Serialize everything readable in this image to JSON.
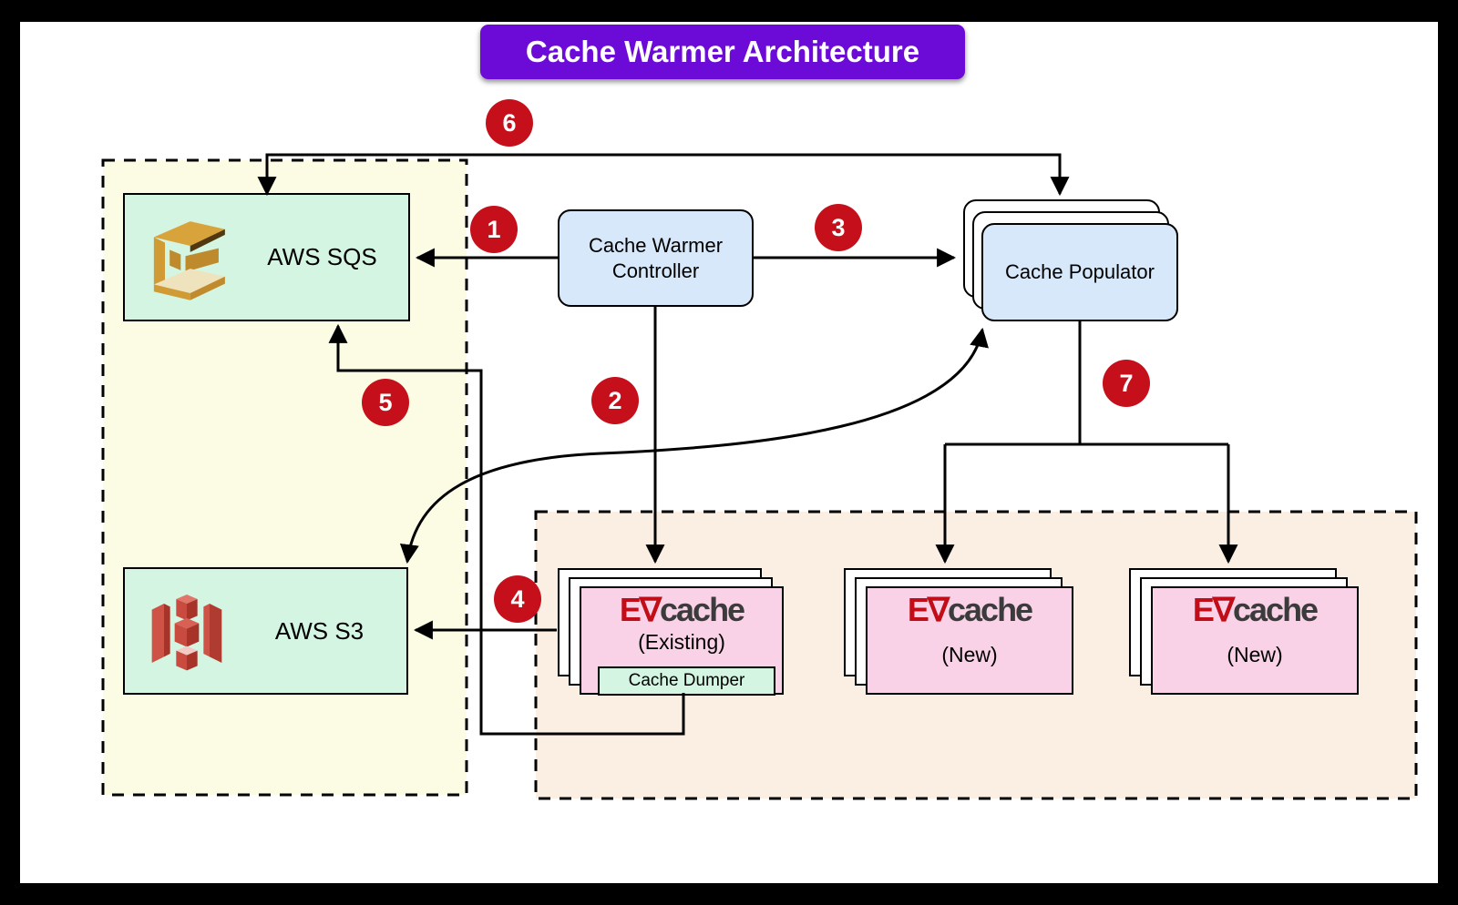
{
  "title": "Cache Warmer Architecture",
  "zones": {
    "aws_zone": {
      "description": "dashed container with AWS services"
    },
    "evcache_zone": {
      "description": "dashed container with EVcache clusters"
    }
  },
  "nodes": {
    "sqs": {
      "label": "AWS SQS",
      "icon": "aws-sqs-icon"
    },
    "s3": {
      "label": "AWS S3",
      "icon": "aws-s3-icon"
    },
    "controller": {
      "label": "Cache Warmer Controller"
    },
    "populator": {
      "label": "Cache Populator"
    },
    "evcache_existing": {
      "brand_ev": "E∇",
      "brand_cache": "cache",
      "variant": "(Existing)",
      "dumper": "Cache Dumper"
    },
    "evcache_new_1": {
      "brand_ev": "E∇",
      "brand_cache": "cache",
      "variant": "(New)"
    },
    "evcache_new_2": {
      "brand_ev": "E∇",
      "brand_cache": "cache",
      "variant": "(New)"
    }
  },
  "badges": {
    "b1": "1",
    "b2": "2",
    "b3": "3",
    "b4": "4",
    "b5": "5",
    "b6": "6",
    "b7": "7"
  },
  "colors": {
    "banner_bg": "#6C0AD8",
    "banner_text": "#FFFFFF",
    "aws_zone_bg": "#FCFCE4",
    "evcache_zone_bg": "#FBEFE3",
    "service_box_bg": "#D3F5E2",
    "controller_box_bg": "#D6E8FA",
    "evcache_box_bg": "#F9D2E8",
    "cache_dumper_bg": "#D3F5E2",
    "badge_bg": "#C5101B",
    "badge_text": "#FFFFFF",
    "connector": "#000000",
    "evcache_brand_red": "#C00D18",
    "evcache_brand_gray": "#3B3B3B",
    "sqs_icon_orange": "#D9A33C",
    "s3_icon_red": "#C94A3F",
    "frame": "#000000"
  }
}
